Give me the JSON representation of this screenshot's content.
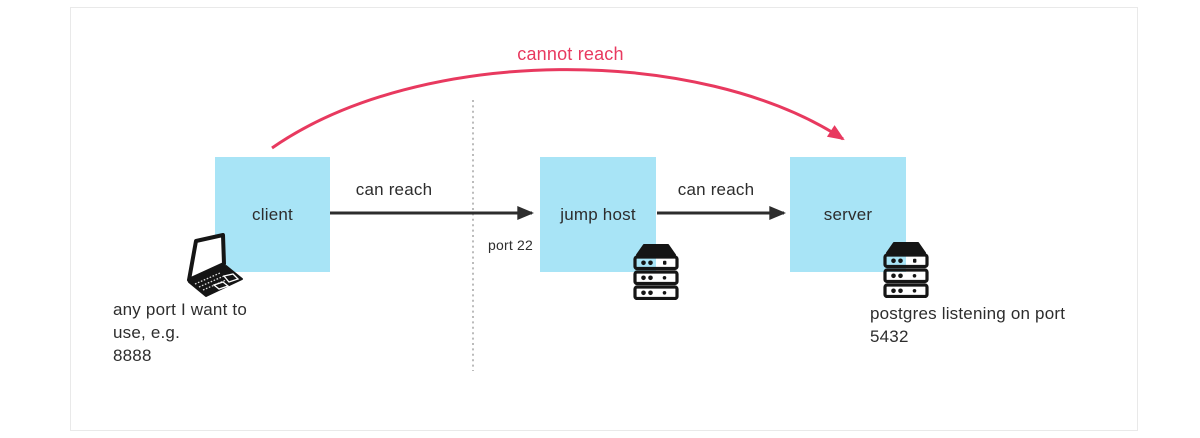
{
  "nodes": {
    "client": {
      "label": "client",
      "icon": "laptop-icon"
    },
    "jump_host": {
      "label": "jump host",
      "icon": "server-rack-icon"
    },
    "server": {
      "label": "server",
      "icon": "server-rack-icon"
    }
  },
  "edges": {
    "can_reach_1": {
      "label": "can reach",
      "from": "client",
      "to": "jump host"
    },
    "can_reach_2": {
      "label": "can reach",
      "from": "jump host",
      "to": "server"
    },
    "cannot_reach": {
      "label": "cannot reach",
      "from": "client",
      "to": "server"
    }
  },
  "boundary": {
    "label": "port 22"
  },
  "notes": {
    "client": {
      "lines": [
        "any port I want to",
        "use, e.g.",
        "8888"
      ]
    },
    "server": {
      "lines": [
        "postgres listening on port",
        "5432"
      ]
    }
  },
  "colors": {
    "node_fill": "#a8e4f6",
    "accent": "#e8395f",
    "text": "#2d2d2d",
    "dotted_line": "#bbbbbb",
    "card_border": "#e9e9e9"
  }
}
